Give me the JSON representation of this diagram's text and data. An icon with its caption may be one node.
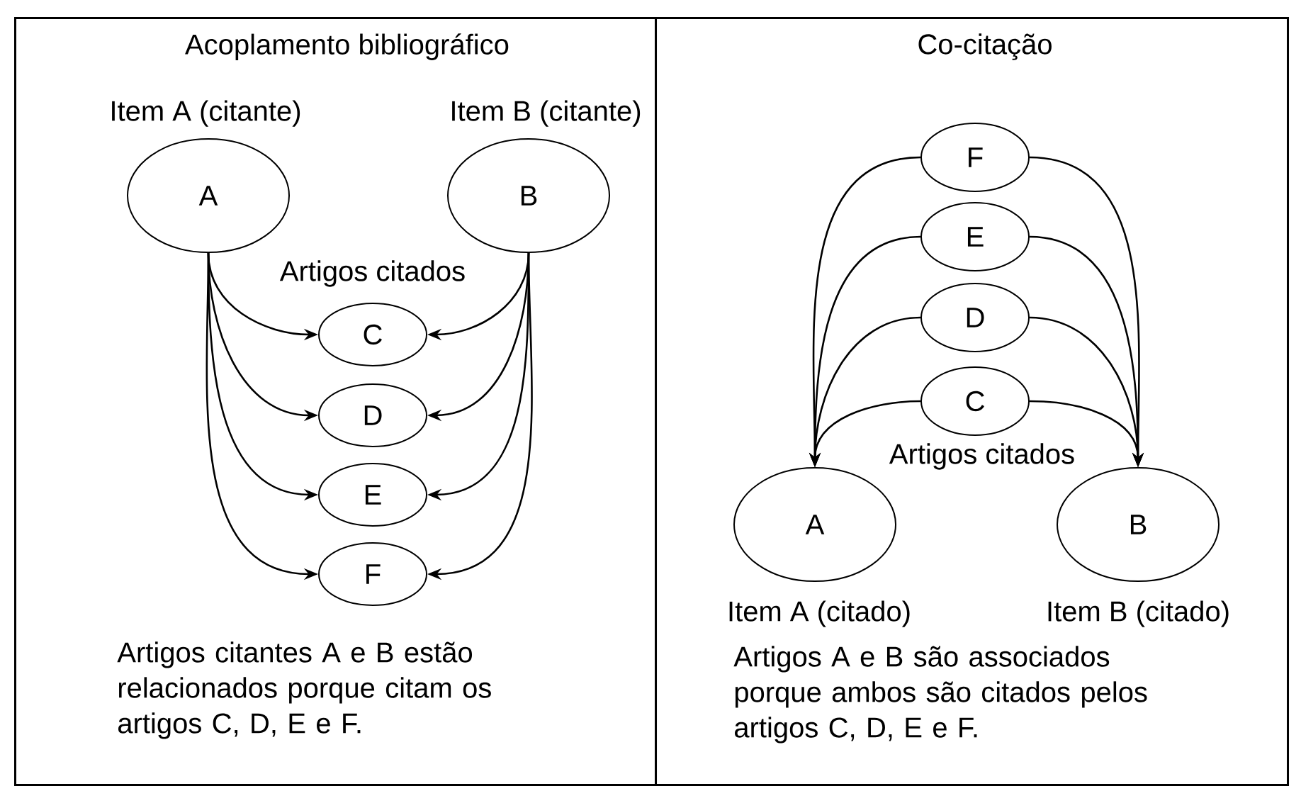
{
  "diagram": {
    "nodes": [
      {
        "text": [
          "Acoplamento bibliográfico",
          "Artigos citantes A e B estão relacionados porque citam os artigos C, D, E e F."
        ]
      },
      {
        "text": [
          "A"
        ],
        "in": 0,
        "beside": [
          "Item A (citante)"
        ]
      },
      {
        "text": [
          "B"
        ],
        "in": 0,
        "beside": [
          "Item B (citante)"
        ]
      },
      {
        "text": [
          "C"
        ],
        "in": 0
      },
      {
        "text": [
          "D"
        ],
        "in": 0
      },
      {
        "text": [
          "E"
        ],
        "in": 0
      },
      {
        "text": [
          "F"
        ],
        "in": 0
      },
      {
        "text": [
          "Co-citação",
          "Artigos A e B são associados porque ambos são citados pelos artigos C, D, E e F."
        ]
      },
      {
        "text": [
          "F"
        ],
        "in": 7
      },
      {
        "text": [
          "E"
        ],
        "in": 7
      },
      {
        "text": [
          "D"
        ],
        "in": 7
      },
      {
        "text": [
          "C"
        ],
        "in": 7
      },
      {
        "text": [
          "A"
        ],
        "in": 7,
        "beside": [
          "Item A (citado)"
        ]
      },
      {
        "text": [
          "B"
        ],
        "in": 7,
        "beside": [
          "Item B (citado)"
        ]
      }
    ],
    "edges": [
      {
        "from": 1,
        "to": 3,
        "arrow": "to"
      },
      {
        "from": 1,
        "to": 4,
        "arrow": "to"
      },
      {
        "from": 1,
        "to": 5,
        "arrow": "to"
      },
      {
        "from": 1,
        "to": 6,
        "arrow": "to"
      },
      {
        "from": 2,
        "to": 3,
        "arrow": "to"
      },
      {
        "from": 2,
        "to": 4,
        "arrow": "to"
      },
      {
        "from": 2,
        "to": 5,
        "arrow": "to"
      },
      {
        "from": 2,
        "to": 6,
        "arrow": "to"
      },
      {
        "from": 8,
        "to": 12,
        "arrow": "to"
      },
      {
        "from": 9,
        "to": 12,
        "arrow": "to"
      },
      {
        "from": 10,
        "to": 12,
        "arrow": "to"
      },
      {
        "from": 11,
        "to": 12,
        "arrow": "to"
      },
      {
        "from": 8,
        "to": 13,
        "arrow": "to"
      },
      {
        "from": 9,
        "to": 13,
        "arrow": "to"
      },
      {
        "from": 10,
        "to": 13,
        "arrow": "to"
      },
      {
        "from": 11,
        "to": 13,
        "arrow": "to"
      }
    ],
    "labels": [
      "Artigos citados",
      "Artigos citados"
    ]
  }
}
